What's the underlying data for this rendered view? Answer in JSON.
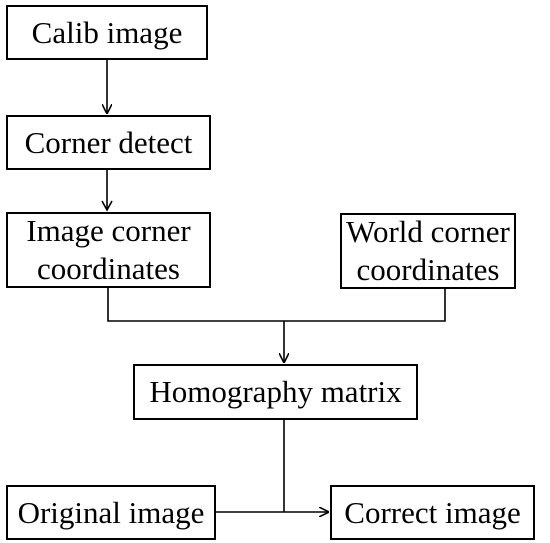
{
  "diagram": {
    "nodes": {
      "calib_image": {
        "lines": [
          "Calib image"
        ]
      },
      "corner_detect": {
        "lines": [
          "Corner detect"
        ]
      },
      "image_corner_coordinates": {
        "lines": [
          "Image corner",
          "coordinates"
        ]
      },
      "world_corner_coordinates": {
        "lines": [
          "World corner",
          "coordinates"
        ]
      },
      "homography_matrix": {
        "lines": [
          "Homography matrix"
        ]
      },
      "original_image": {
        "lines": [
          "Original image"
        ]
      },
      "correct_image": {
        "lines": [
          "Correct image"
        ]
      }
    },
    "edges": [
      {
        "from": "calib_image",
        "to": "corner_detect"
      },
      {
        "from": "corner_detect",
        "to": "image_corner_coordinates"
      },
      {
        "from": "image_corner_coordinates",
        "to": "homography_matrix"
      },
      {
        "from": "world_corner_coordinates",
        "to": "homography_matrix"
      },
      {
        "from": "original_image",
        "to": "correct_image"
      },
      {
        "from": "homography_matrix",
        "to": "correct_image"
      }
    ],
    "colors": {
      "stroke": "#000000",
      "background": "#ffffff",
      "text": "#000000"
    }
  }
}
